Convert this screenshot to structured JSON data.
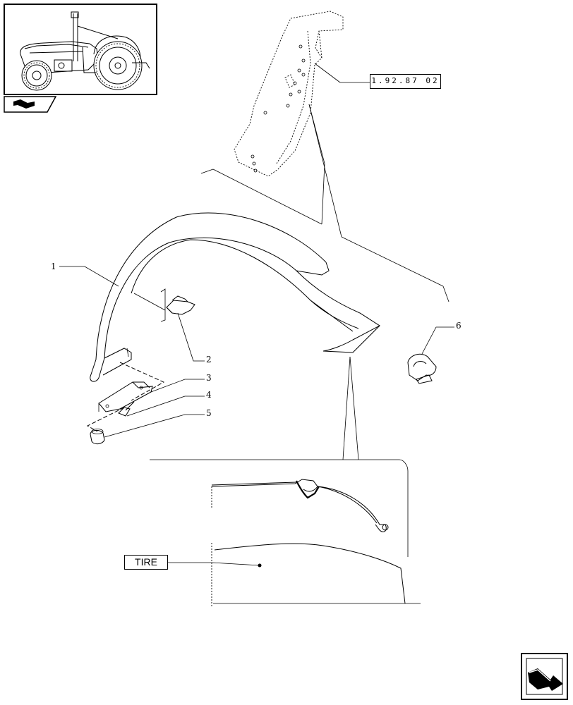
{
  "reference_code": "1.92.87 02",
  "tire_label": "TIRE",
  "callouts": [
    {
      "id": "1",
      "text": "1"
    },
    {
      "id": "2",
      "text": "2"
    },
    {
      "id": "3",
      "text": "3"
    },
    {
      "id": "4",
      "text": "4"
    },
    {
      "id": "5",
      "text": "5"
    },
    {
      "id": "6",
      "text": "6"
    }
  ],
  "icons": {
    "thumbnail": "tractor-thumbnail-icon",
    "section_tab": "section-tab-icon",
    "next_page": "next-page-arrow-icon"
  }
}
